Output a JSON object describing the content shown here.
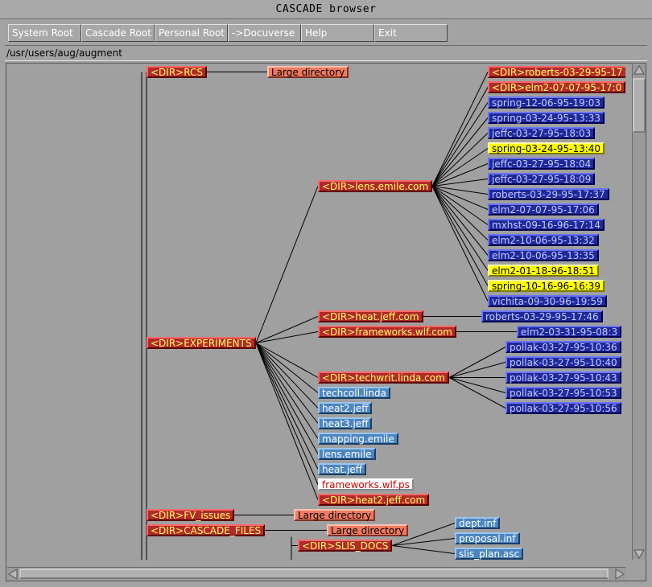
{
  "window": {
    "title": "CASCADE browser"
  },
  "menu": [
    {
      "label": "System Root"
    },
    {
      "label": "Cascade Root"
    },
    {
      "label": "Personal Root"
    },
    {
      "label": "->Docuverse"
    },
    {
      "label": "Help"
    },
    {
      "label": "Exit"
    }
  ],
  "path": "/usr/users/aug/augment",
  "nodes": [
    {
      "label": "<DIR>RCS",
      "kind": "dir"
    },
    {
      "label": "Large directory",
      "kind": "large"
    },
    {
      "label": "<DIR>roberts-03-29-95-17",
      "kind": "dir"
    },
    {
      "label": "<DIR>elm2-07-07-95-17:0",
      "kind": "dir"
    },
    {
      "label": "spring-12-06-95-19:03",
      "kind": "ver"
    },
    {
      "label": "spring-03-24-95-13:33",
      "kind": "ver"
    },
    {
      "label": "jeffc-03-27-95-18:03",
      "kind": "ver"
    },
    {
      "label": "spring-03-24-95-13:40",
      "kind": "hilite"
    },
    {
      "label": "jeffc-03-27-95-18:04",
      "kind": "ver"
    },
    {
      "label": "jeffc-03-27-95-18:09",
      "kind": "ver"
    },
    {
      "label": "<DIR>lens.emile.com",
      "kind": "dir"
    },
    {
      "label": "roberts-03-29-95-17:37",
      "kind": "ver"
    },
    {
      "label": "elm2-07-07-95-17:06",
      "kind": "ver"
    },
    {
      "label": "mxhst-09-16-96-17:14",
      "kind": "ver"
    },
    {
      "label": "elm2-10-06-95-13:32",
      "kind": "ver"
    },
    {
      "label": "elm2-10-06-95-13:35",
      "kind": "ver"
    },
    {
      "label": "elm2-01-18-96-18:51",
      "kind": "hilite"
    },
    {
      "label": "spring-10-16-96-16:39",
      "kind": "hilite"
    },
    {
      "label": "vichita-09-30-96-19:59",
      "kind": "ver"
    },
    {
      "label": "<DIR>heat.jeff.com",
      "kind": "dir"
    },
    {
      "label": "roberts-03-29-95-17:46",
      "kind": "ver"
    },
    {
      "label": "<DIR>frameworks.wlf.com",
      "kind": "dir"
    },
    {
      "label": "elm2-03-31-95-08:3",
      "kind": "ver"
    },
    {
      "label": "<DIR>EXPERIMENTS",
      "kind": "dir"
    },
    {
      "label": "pollak-03-27-95-10:36",
      "kind": "ver"
    },
    {
      "label": "pollak-03-27-95-10:40",
      "kind": "ver"
    },
    {
      "label": "<DIR>techwrit.linda.com",
      "kind": "dir"
    },
    {
      "label": "pollak-03-27-95-10:43",
      "kind": "ver"
    },
    {
      "label": "techcoll.linda",
      "kind": "file"
    },
    {
      "label": "pollak-03-27-95-10:53",
      "kind": "ver"
    },
    {
      "label": "heat2.jeff",
      "kind": "file"
    },
    {
      "label": "pollak-03-27-95-10:56",
      "kind": "ver"
    },
    {
      "label": "heat3.jeff",
      "kind": "file"
    },
    {
      "label": "mapping.emile",
      "kind": "file"
    },
    {
      "label": "lens.emile",
      "kind": "file"
    },
    {
      "label": "heat.jeff",
      "kind": "file"
    },
    {
      "label": "frameworks.wlf.ps",
      "kind": "ps"
    },
    {
      "label": "<DIR>heat2.jeff.com",
      "kind": "dir"
    },
    {
      "label": "<DIR>FV_issues",
      "kind": "dir"
    },
    {
      "label": "Large directory",
      "kind": "large"
    },
    {
      "label": "<DIR>CASCADE_FILES",
      "kind": "dir"
    },
    {
      "label": "Large directory",
      "kind": "large"
    },
    {
      "label": "dept.inf",
      "kind": "file"
    },
    {
      "label": "proposal.inf",
      "kind": "file"
    },
    {
      "label": "<DIR>SLIS_DOCS",
      "kind": "dir"
    },
    {
      "label": "slis_plan.asc",
      "kind": "file"
    }
  ],
  "colors": {
    "dir": "#b22a2a",
    "dir_text": "#ffff66",
    "large": "#f07a60",
    "version": "#1e2a9c",
    "highlight": "#ffff00",
    "file": "#4c86c0",
    "ps_text": "#d80000",
    "background": "#a0a0a0"
  }
}
